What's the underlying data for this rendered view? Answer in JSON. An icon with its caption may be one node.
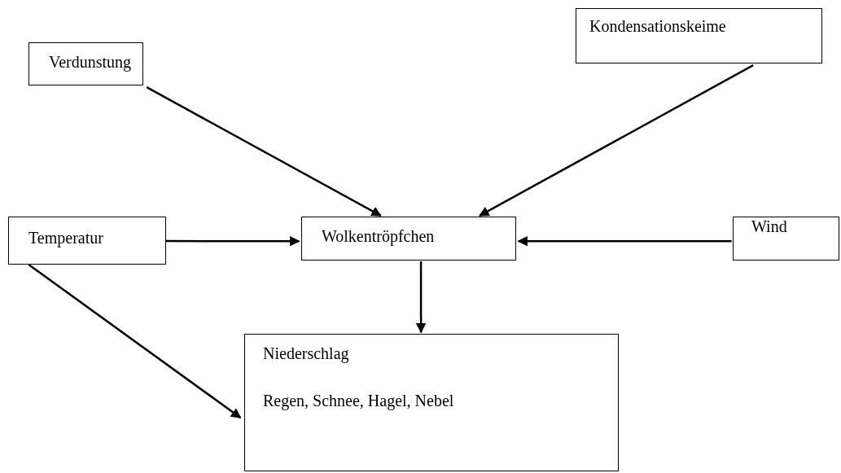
{
  "diagram": {
    "nodes": [
      {
        "text": [
          "Verdunstung"
        ]
      },
      {
        "text": [
          "Kondensationskeime"
        ]
      },
      {
        "text": [
          "Temperatur"
        ]
      },
      {
        "text": [
          "Wolkentröpfchen"
        ]
      },
      {
        "text": [
          "Wind"
        ]
      },
      {
        "text": [
          "Niederschlag",
          "Regen, Schnee, Hagel, Nebel"
        ]
      }
    ],
    "edges": [
      {
        "from": 0,
        "to": 3,
        "arrow": "to"
      },
      {
        "from": 1,
        "to": 3,
        "arrow": "to"
      },
      {
        "from": 2,
        "to": 3,
        "arrow": "to"
      },
      {
        "from": 4,
        "to": 3,
        "arrow": "to"
      },
      {
        "from": 3,
        "to": 5,
        "arrow": "to"
      },
      {
        "from": 2,
        "to": 5,
        "arrow": "to"
      }
    ]
  }
}
